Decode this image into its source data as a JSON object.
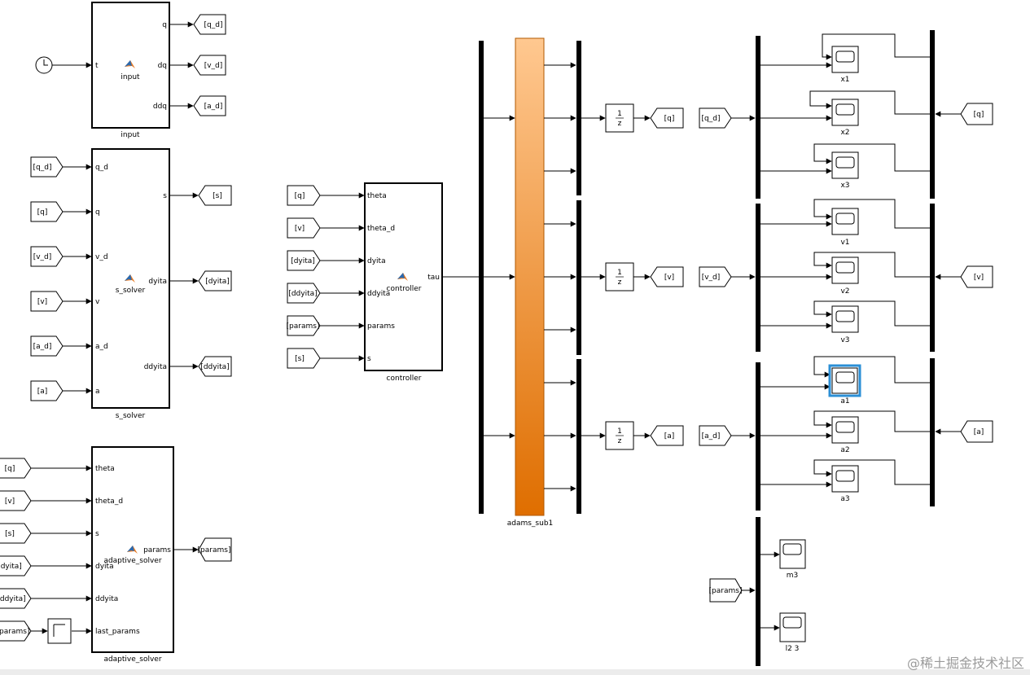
{
  "blocks": {
    "input": {
      "name": "input",
      "icon": "matlab-function-icon",
      "inputs": [
        "t"
      ],
      "outputs": [
        "q",
        "dq",
        "ddq"
      ]
    },
    "s_solver": {
      "name": "s_solver",
      "inputs": [
        "q_d",
        "q",
        "v_d",
        "v",
        "a_d",
        "a"
      ],
      "outputs": [
        "s",
        "dyita",
        "ddyita"
      ]
    },
    "adaptive_solver": {
      "name": "adaptive_solver",
      "inputs": [
        "theta",
        "theta_d",
        "s",
        "dyita",
        "ddyita",
        "last_params"
      ],
      "outputs": [
        "params"
      ]
    },
    "controller": {
      "name": "controller",
      "inputs": [
        "theta",
        "theta_d",
        "dyita",
        "ddyita",
        "params",
        "s"
      ],
      "outputs": [
        "tau"
      ]
    },
    "adams": {
      "name": "adams_sub1",
      "color_top": "#ffc890",
      "color_bottom": "#df6e00"
    },
    "delays": {
      "num": "1",
      "den": "z"
    }
  },
  "tags": {
    "input_out": [
      "[q_d]",
      "[v_d]",
      "[a_d]"
    ],
    "s_solver_in": [
      "[q_d]",
      "[q]",
      "[v_d]",
      "[v]",
      "[a_d]",
      "[a]"
    ],
    "s_solver_out": [
      "[s]",
      "[dyita]",
      "[ddyita]"
    ],
    "adaptive_in": [
      "[q]",
      "[v]",
      "[s]",
      "[dyita]",
      "[ddyita]",
      "[params]"
    ],
    "adaptive_out": [
      "[params]"
    ],
    "controller_in": [
      "[q]",
      "[v]",
      "[dyita]",
      "[ddyita]",
      "[params]",
      "[s]"
    ],
    "delay_out": [
      "[q]",
      "[v]",
      "[a]"
    ],
    "scope_from": [
      "[q_d]",
      "[v_d]",
      "[a_d]",
      "[params]"
    ],
    "scope_from_right": [
      "[q]",
      "[v]",
      "[a]"
    ]
  },
  "scopes": [
    "x1",
    "x2",
    "x3",
    "v1",
    "v2",
    "v3",
    "a1",
    "a2",
    "a3",
    "m3",
    "l2 3"
  ],
  "watermark": "@稀土掘金技术社区",
  "colors": {
    "selection": "#2b8fd6",
    "wire": "#000000"
  }
}
